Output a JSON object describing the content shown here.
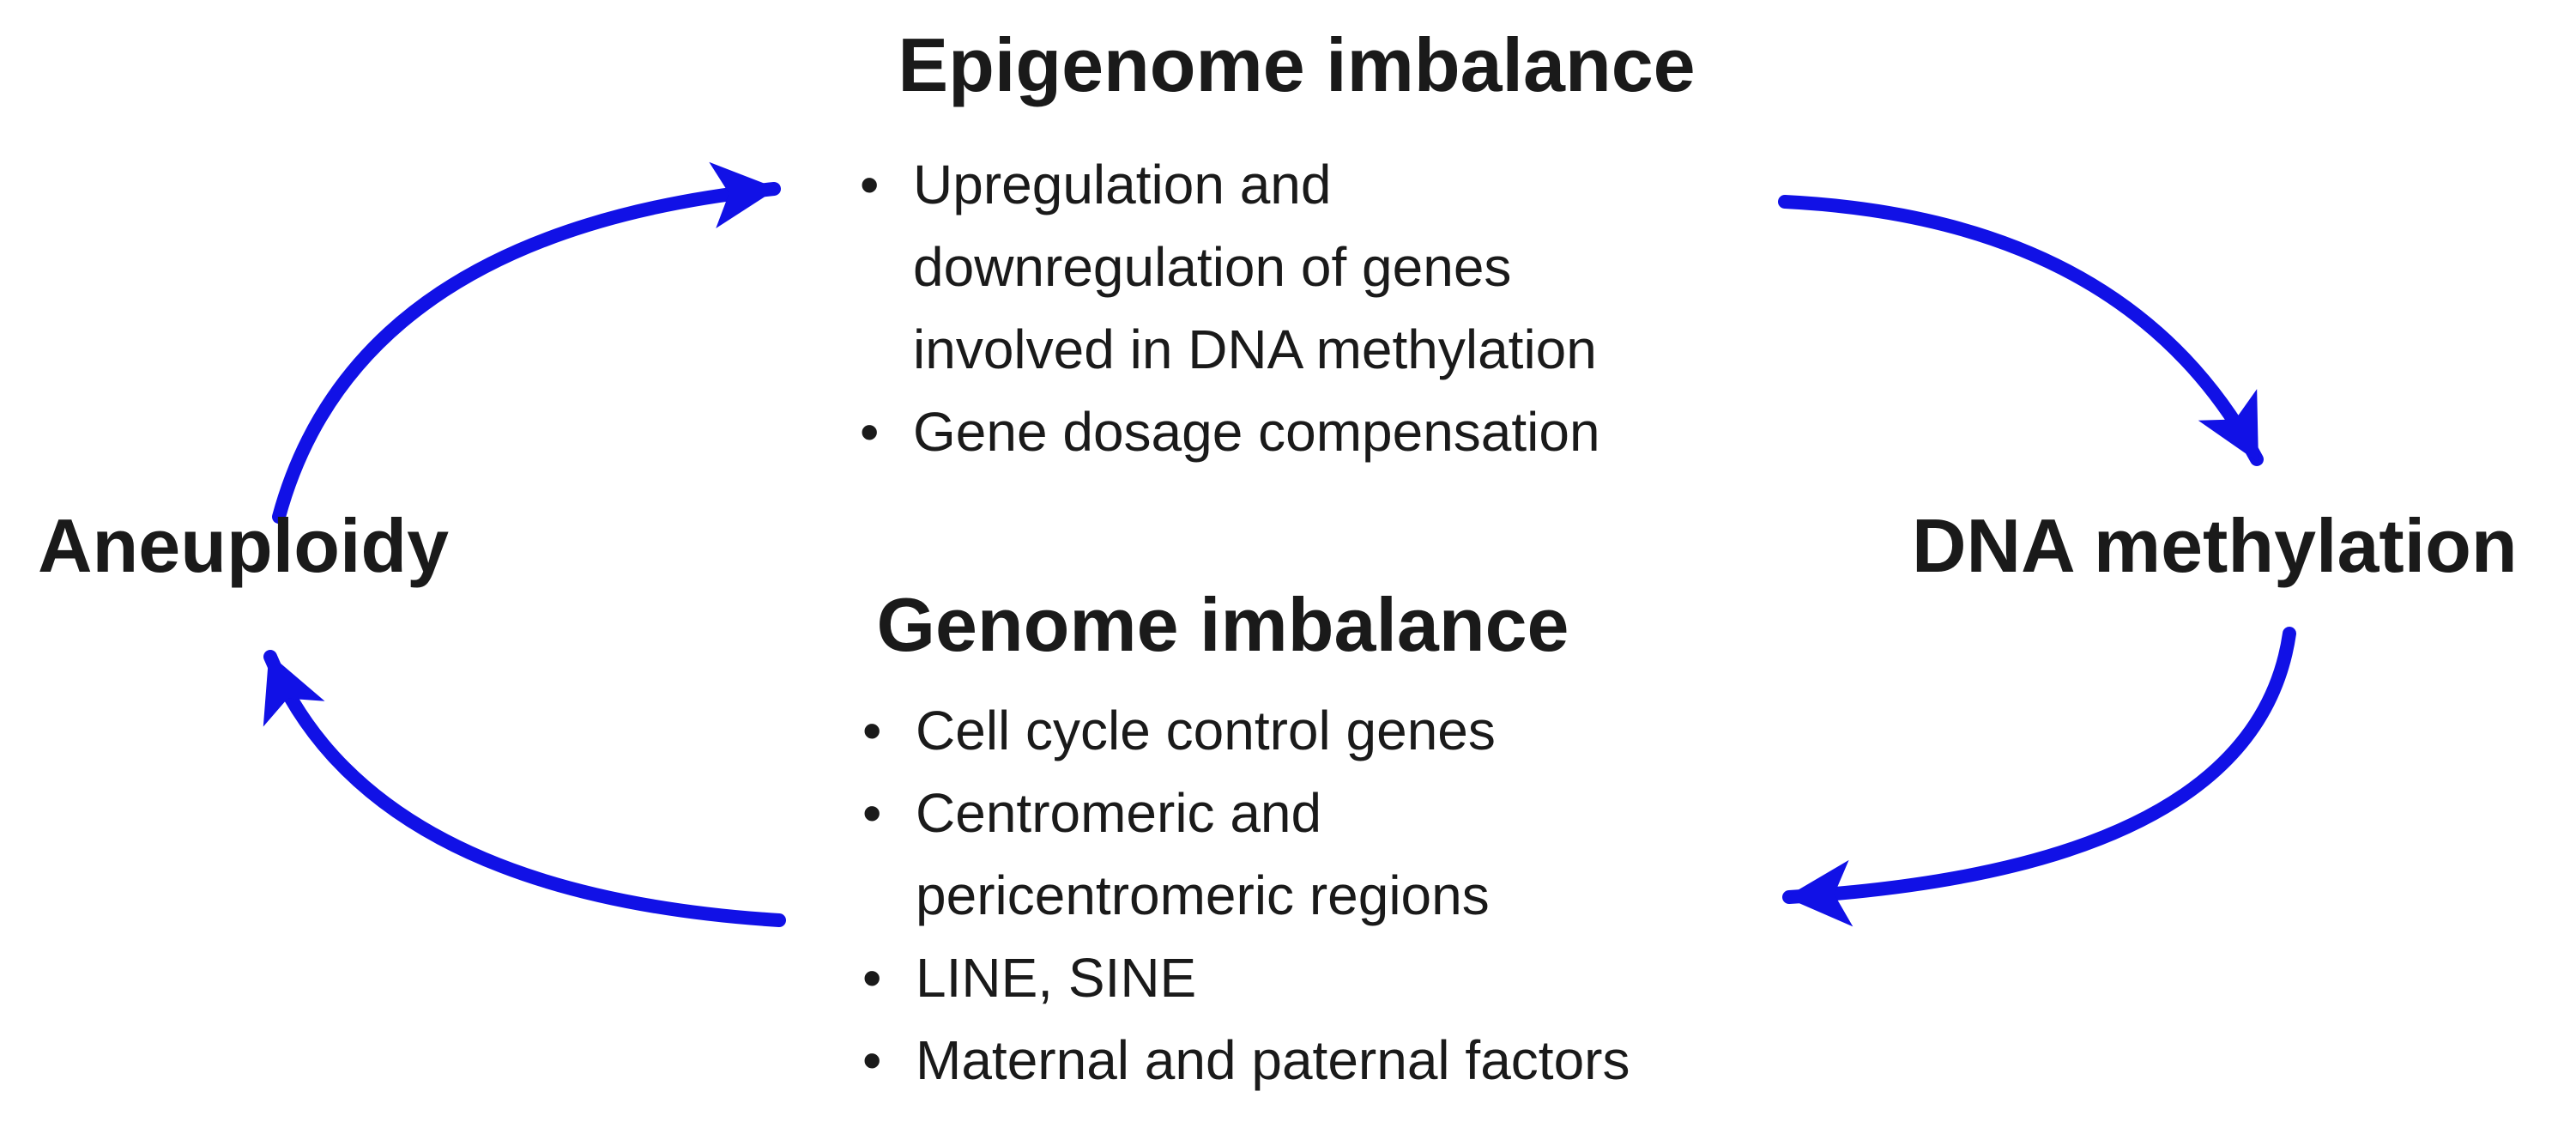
{
  "colors": {
    "arrow": "#1111e6",
    "text": "#1a1a1a",
    "background": "#ffffff"
  },
  "nodes": {
    "aneuploidy": {
      "label": "Aneuploidy"
    },
    "dna_methylation": {
      "label": "DNA methylation"
    }
  },
  "sections": [
    {
      "id": "epigenome-imbalance",
      "title": "Epigenome imbalance",
      "bullets": [
        [
          "Upregulation and",
          "downregulation of genes",
          "involved in DNA methylation"
        ],
        [
          "Gene dosage compensation"
        ]
      ]
    },
    {
      "id": "genome-imbalance",
      "title": "Genome imbalance",
      "bullets": [
        [
          "Cell cycle control genes"
        ],
        [
          "Centromeric and",
          "pericentromeric regions"
        ],
        [
          "LINE, SINE"
        ],
        [
          "Maternal and paternal factors"
        ]
      ]
    }
  ],
  "arrows": [
    {
      "name": "arrow-aneuploidy-to-epigenome",
      "from": "Aneuploidy",
      "to": "Epigenome imbalance"
    },
    {
      "name": "arrow-epigenome-to-dna-methylation",
      "from": "Epigenome imbalance",
      "to": "DNA methylation"
    },
    {
      "name": "arrow-dna-methylation-to-genome",
      "from": "DNA methylation",
      "to": "Genome imbalance"
    },
    {
      "name": "arrow-genome-to-aneuploidy",
      "from": "Genome imbalance",
      "to": "Aneuploidy"
    }
  ]
}
